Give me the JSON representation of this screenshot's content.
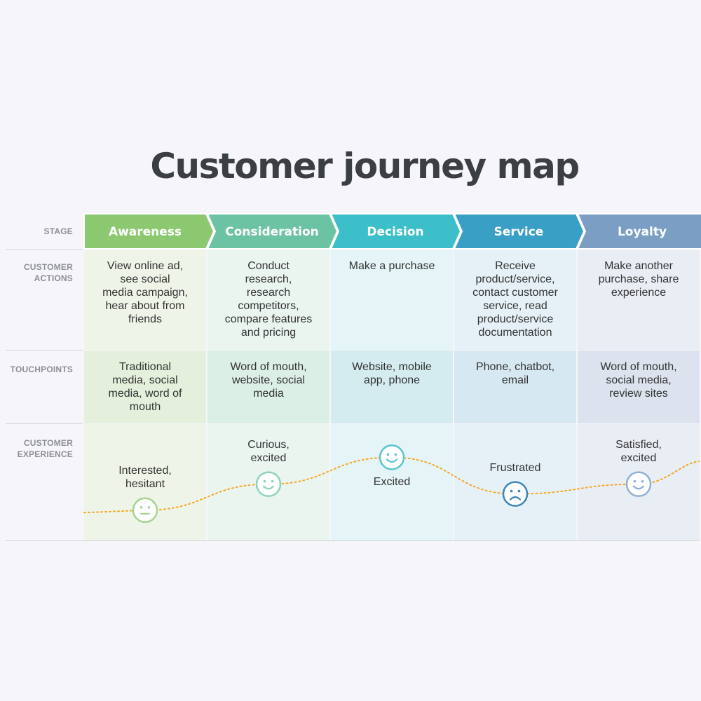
{
  "title": "Customer journey map",
  "row_labels": {
    "stage": "STAGE",
    "actions": "CUSTOMER\nACTIONS",
    "touchpoints": "TOUCHPOINTS",
    "experience": "CUSTOMER\nEXPERIENCE"
  },
  "stages": [
    {
      "name": "Awareness",
      "header_color": "#8cc870",
      "actions_bg": "#eef5e8",
      "touch_bg": "#e4f0dc",
      "exp_bg": "#eef5e8",
      "actions": "View online ad,\nsee social\nmedia campaign,\nhear about from\nfriends",
      "touchpoints": "Traditional\nmedia, social\nmedia, word of\nmouth",
      "emotion": "Interested,\nhesitant",
      "face": "neutral",
      "face_color": "#a6d590"
    },
    {
      "name": "Consideration",
      "header_color": "#6cc3a4",
      "actions_bg": "#eaf5f0",
      "touch_bg": "#dcefe7",
      "exp_bg": "#eaf5f0",
      "actions": "Conduct\nresearch,\nresearch\ncompetitors,\ncompare features\nand pricing",
      "touchpoints": "Word of mouth,\nwebsite, social\nmedia",
      "emotion": "Curious,\nexcited",
      "face": "happy",
      "face_color": "#8ed2ba"
    },
    {
      "name": "Decision",
      "header_color": "#3cbfc8",
      "actions_bg": "#e5f4f6",
      "touch_bg": "#d4ecf0",
      "exp_bg": "#e5f4f6",
      "actions": "Make a purchase",
      "touchpoints": "Website, mobile\napp, phone",
      "emotion": "Excited",
      "face": "happy",
      "face_color": "#5cc5cd"
    },
    {
      "name": "Service",
      "header_color": "#3a9fc4",
      "actions_bg": "#e5f1f7",
      "touch_bg": "#d6e8f1",
      "exp_bg": "#e5f1f7",
      "actions": "Receive\nproduct/service,\ncontact customer\nservice, read\nproduct/service\ndocumentation",
      "touchpoints": "Phone, chatbot,\nemail",
      "emotion": "Frustrated",
      "face": "sad",
      "face_color": "#3a86b4"
    },
    {
      "name": "Loyalty",
      "header_color": "#7a9ec4",
      "actions_bg": "#e9edf4",
      "touch_bg": "#dce3ee",
      "exp_bg": "#e9edf4",
      "actions": "Make another\npurchase, share\nexperience",
      "touchpoints": "Word of mouth,\nsocial media,\nreview sites",
      "emotion": "Satisfied,\nexcited",
      "face": "happy",
      "face_color": "#8fb0d4"
    }
  ],
  "experience_curve": {
    "color": "#f5a623",
    "levels": [
      0.2,
      0.52,
      0.85,
      0.4,
      0.52
    ]
  }
}
